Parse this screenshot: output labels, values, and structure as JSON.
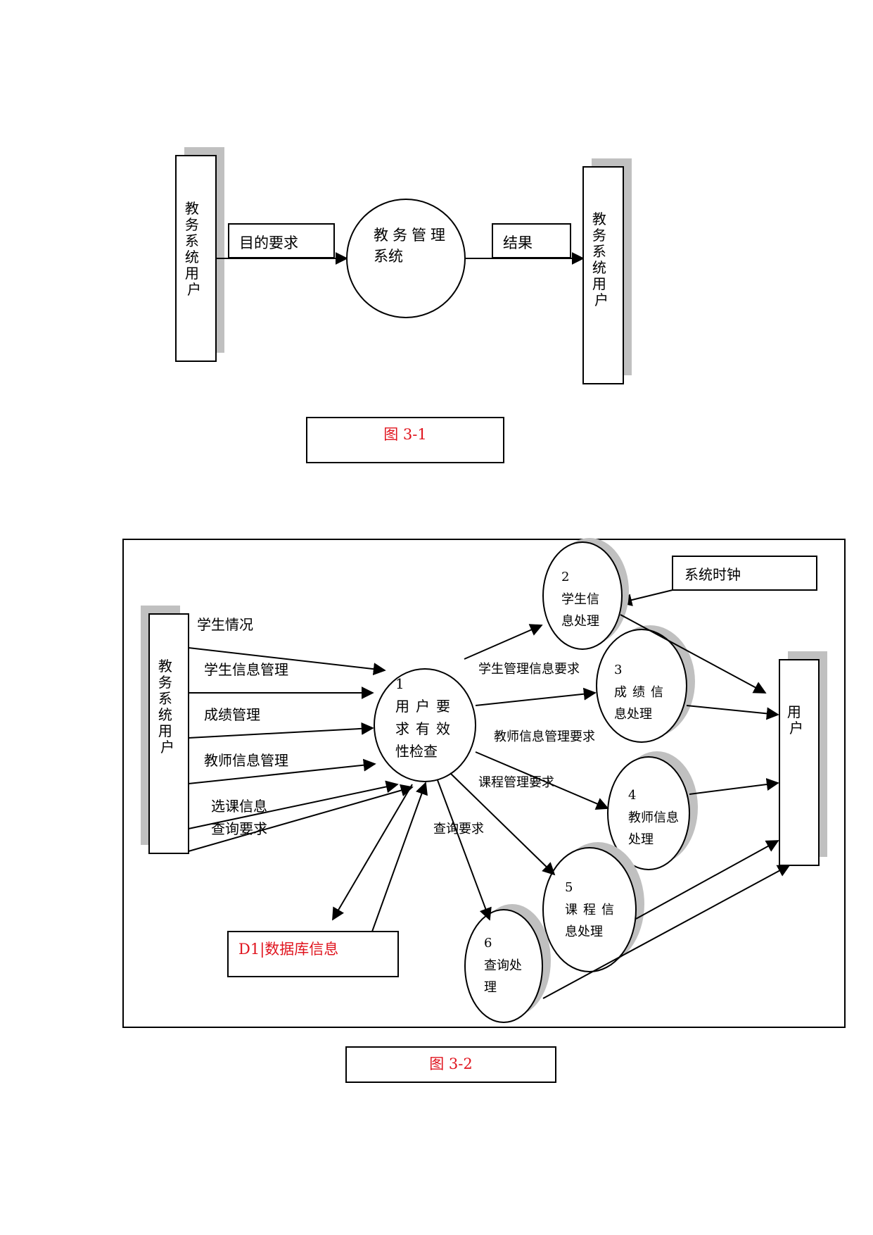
{
  "figure1": {
    "source_entity": "教务系统用户",
    "flow_request": "目的要求",
    "process": "教务管理系统",
    "flow_result": "结果",
    "sink_entity": "教务系统用户",
    "caption": "图 3-1"
  },
  "figure2": {
    "source_entity": "教务系统用户",
    "sink_entity": "用户",
    "external_clock": "系统时钟",
    "datastore": "D1|数据库信息",
    "caption": "图 3-2",
    "input_flows": [
      "学生情况",
      "学生信息管理",
      "成绩管理",
      "教师信息管理",
      "选课信息查询要求"
    ],
    "process1": {
      "number": "1",
      "label": "用户要求有效性检查"
    },
    "process2": {
      "number": "2",
      "label": "学生信息处理"
    },
    "process3": {
      "number": "3",
      "label": "成绩信息处理"
    },
    "process4": {
      "number": "4",
      "label": "教师信息处理"
    },
    "process5": {
      "number": "5",
      "label": "课程信息处理"
    },
    "process6": {
      "number": "6",
      "label": "查询处理"
    },
    "flow_student_mgmt": "学生管理信息要求",
    "flow_teacher_mgmt": "教师信息管理要求",
    "flow_course_mgmt": "课程管理要求",
    "flow_query": "查询要求"
  }
}
